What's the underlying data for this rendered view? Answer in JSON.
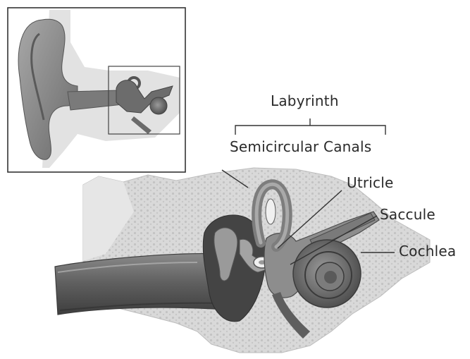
{
  "labels": {
    "labyrinth": "Labyrinth",
    "semicircular_canals": "Semicircular Canals",
    "utricle": "Utricle",
    "saccule": "Saccule",
    "cochlea": "Cochlea"
  }
}
